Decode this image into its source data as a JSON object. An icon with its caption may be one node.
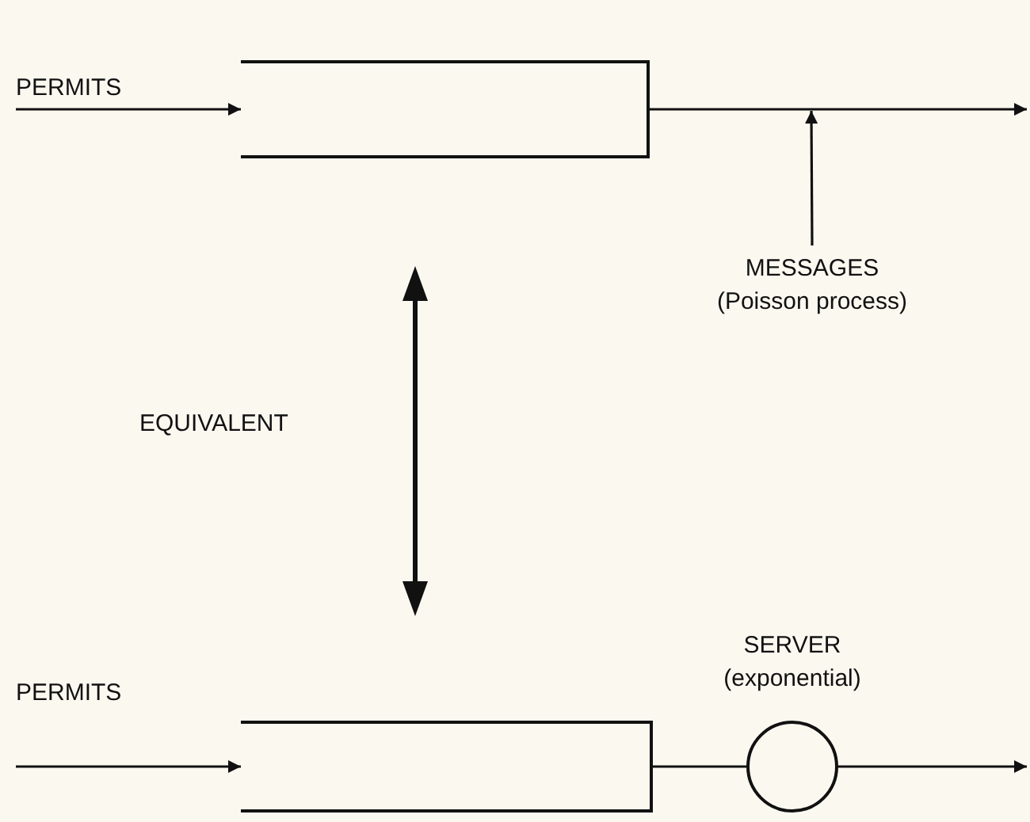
{
  "diagram": {
    "nodes": [
      {
        "text": [],
        "shape": "box"
      },
      {
        "text": [
          "MESSAGES",
          "(Poisson process)"
        ]
      },
      {
        "text": [],
        "shape": "box"
      },
      {
        "text": [
          "SERVER",
          "(exponential)"
        ]
      }
    ],
    "edges": [
      {
        "from": null,
        "to": 0,
        "arrow": "to",
        "label": "PERMITS"
      },
      {
        "from": 0,
        "to": null,
        "arrow": "to"
      },
      {
        "from": 1,
        "to": null,
        "arrow": "to"
      },
      {
        "from": null,
        "to": 2,
        "arrow": "to",
        "label": "PERMITS"
      },
      {
        "from": 2,
        "to": 3,
        "arrow": "none"
      },
      {
        "from": 3,
        "to": null,
        "arrow": "to"
      }
    ],
    "labels": [
      "EQUIVALENT"
    ]
  }
}
